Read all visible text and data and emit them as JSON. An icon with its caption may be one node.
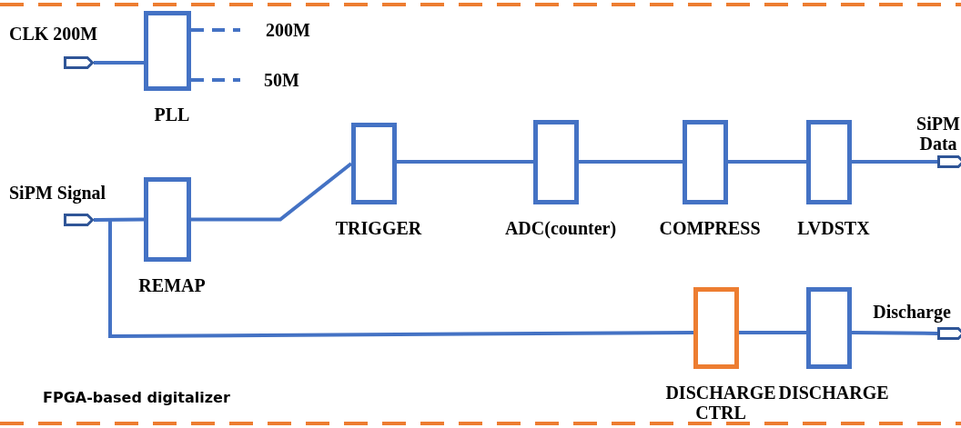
{
  "diagram": {
    "nodes": [
      {
        "text": [
          "CLK 200M"
        ]
      },
      {
        "text": [
          "PLL"
        ]
      },
      {
        "text": [
          "200M"
        ]
      },
      {
        "text": [
          "50M"
        ]
      },
      {
        "text": [
          "SiPM Signal"
        ]
      },
      {
        "text": [
          "REMAP"
        ]
      },
      {
        "text": [
          "TRIGGER"
        ]
      },
      {
        "text": [
          "ADC(counter)"
        ]
      },
      {
        "text": [
          "COMPRESS"
        ]
      },
      {
        "text": [
          "LVDSTX"
        ]
      },
      {
        "text": [
          "SiPM Data"
        ]
      },
      {
        "text": [
          "DISCHARGE CTRL"
        ]
      },
      {
        "text": [
          "DISCHARGE"
        ]
      },
      {
        "text": [
          "Discharge"
        ]
      }
    ],
    "edges": [
      {
        "from": 0,
        "to": 1,
        "arrow": "none"
      },
      {
        "from": 1,
        "to": 2,
        "arrow": "none",
        "style": "dashed"
      },
      {
        "from": 1,
        "to": 3,
        "arrow": "none",
        "style": "dashed"
      },
      {
        "from": 4,
        "to": 5,
        "arrow": "none"
      },
      {
        "from": 5,
        "to": 6,
        "arrow": "none"
      },
      {
        "from": 6,
        "to": 7,
        "arrow": "none"
      },
      {
        "from": 7,
        "to": 8,
        "arrow": "none"
      },
      {
        "from": 8,
        "to": 9,
        "arrow": "none"
      },
      {
        "from": 9,
        "to": 10,
        "arrow": "none"
      },
      {
        "from": 4,
        "to": 11,
        "arrow": "none"
      },
      {
        "from": 11,
        "to": 12,
        "arrow": "none"
      },
      {
        "from": 12,
        "to": 13,
        "arrow": "none"
      }
    ],
    "labels": [
      "FPGA-based digitalizer"
    ]
  }
}
